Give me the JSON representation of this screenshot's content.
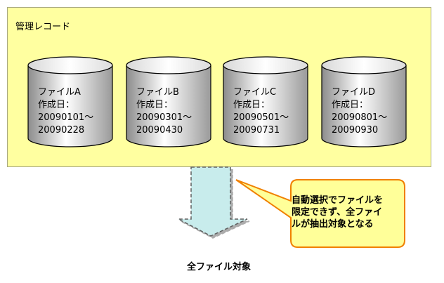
{
  "panel": {
    "title": "管理レコード"
  },
  "files": [
    {
      "name": "ファイルA",
      "created_label": "作成日：",
      "start": "20090101～",
      "end": "20090228"
    },
    {
      "name": "ファイルB",
      "created_label": "作成日：",
      "start": "20090301～",
      "end": "20090430"
    },
    {
      "name": "ファイルC",
      "created_label": "作成日：",
      "start": "20090501～",
      "end": "20090731"
    },
    {
      "name": "ファイルD",
      "created_label": "作成日：",
      "start": "20090801～",
      "end": "20090930"
    }
  ],
  "callout": {
    "lines": [
      "自動選択でファイルを",
      "限定できず、全ファイ",
      "ルが抽出対象となる"
    ]
  },
  "target": {
    "label": "全ファイル対象"
  },
  "colors": {
    "panel_bg": "#ffffa0",
    "drum_light": "#ffffff",
    "drum_dark": "#9a9a9a",
    "arrow_fill": "#c8ecec",
    "callout_fill": "#ffff99",
    "callout_border": "#f08000"
  }
}
